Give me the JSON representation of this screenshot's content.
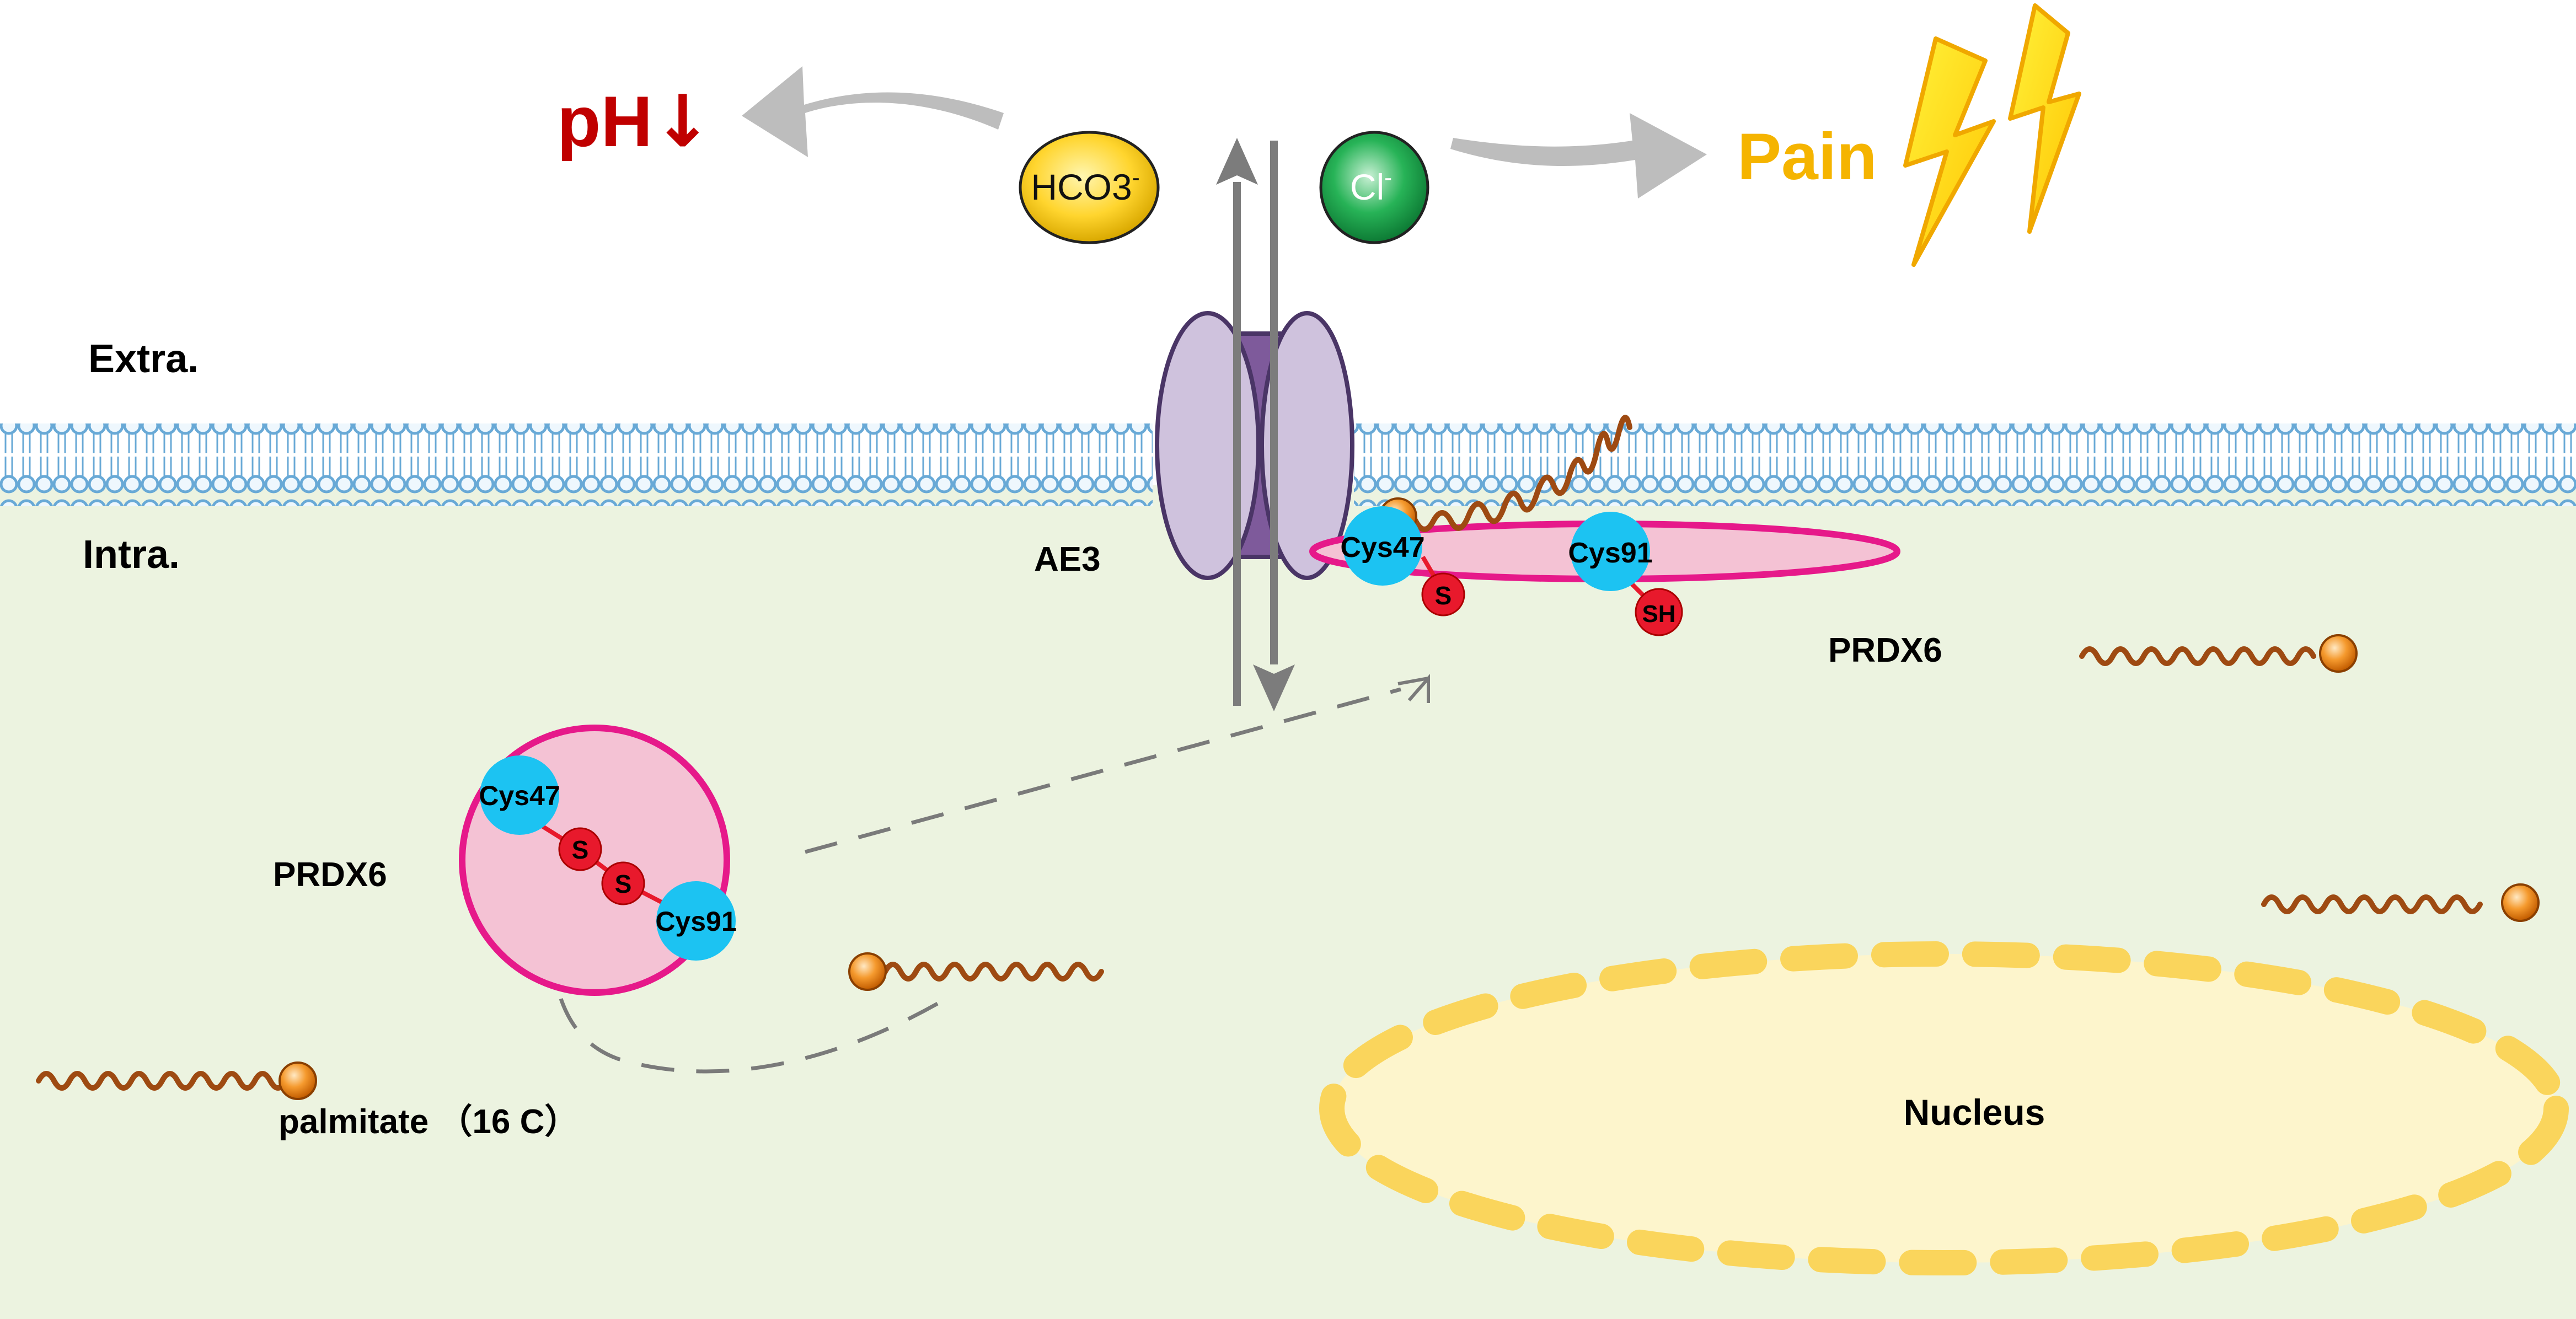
{
  "labels": {
    "ph": "pH",
    "ph_arrow": "↓",
    "pain": "Pain",
    "hco3_base": "HCO3",
    "hco3_charge": "-",
    "cl_base": "Cl",
    "cl_charge": "-",
    "extra": "Extra.",
    "intra": "Intra.",
    "ae3": "AE3",
    "prdx6_membrane": "PRDX6",
    "prdx6_cytosol": "PRDX6",
    "cys47_membrane": "Cys47",
    "cys91_membrane": "Cys91",
    "s_membrane": "S",
    "sh_membrane": "SH",
    "cys47_cytosol": "Cys47",
    "cys91_cytosol": "Cys91",
    "s1_cytosol": "S",
    "s2_cytosol": "S",
    "palmitate": "palmitate （16 C）",
    "nucleus": "Nucleus"
  },
  "colors": {
    "ph_red": "#c00000",
    "pain_orange": "#f5b400",
    "lightning_yellow": "#ffe600",
    "cyan": "#1cc3f2",
    "red_s": "#e8192c",
    "pink_fill": "#f4c2d4",
    "pink_stroke": "#e6198a",
    "transporter_purple": "#7e5a9b",
    "transporter_light": "#cfc2dd",
    "membrane_blue": "#68a9d6",
    "cytosol_green": "#ecf3e0",
    "nucleus_fill": "#fdf5cc",
    "nucleus_dash": "#fad55c",
    "chain_brown": "#9e4a12",
    "head_orange": "#f28a1e"
  }
}
